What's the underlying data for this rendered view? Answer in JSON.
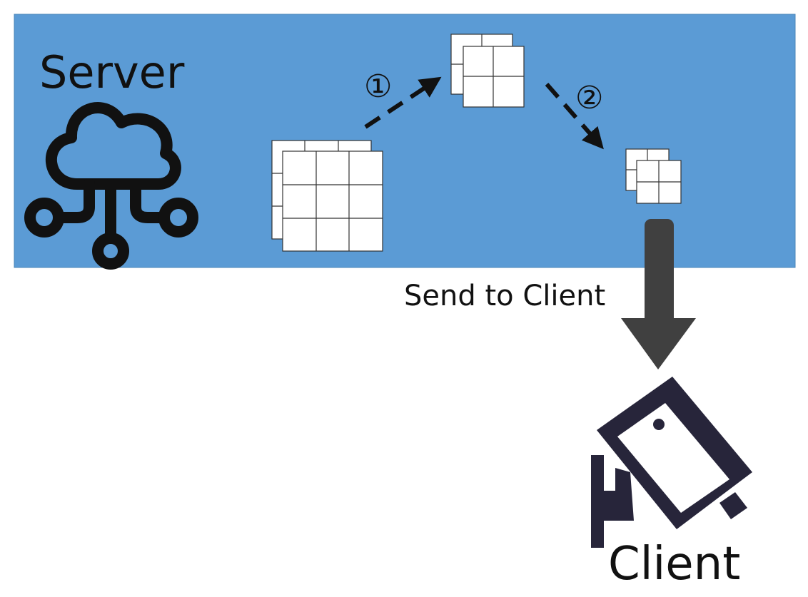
{
  "server": {
    "label": "Server"
  },
  "client": {
    "label": "Client"
  },
  "steps": [
    {
      "marker": "①"
    },
    {
      "marker": "②"
    }
  ],
  "transfer": {
    "label": "Send to Client"
  },
  "colors": {
    "server_panel": "#5B9BD5",
    "icon_dark": "#111111",
    "camera": "#27253A",
    "send_arrow": "#404040",
    "grid_fill": "#FFFFFF",
    "grid_line": "#333333"
  },
  "icons": {
    "server": "cloud-network-icon",
    "client": "security-camera-icon"
  },
  "matrices": [
    {
      "name": "large-matrix",
      "rows": 3,
      "cols": 3
    },
    {
      "name": "medium-matrix",
      "rows": 2,
      "cols": 2
    },
    {
      "name": "small-matrix",
      "rows": 2,
      "cols": 2
    }
  ]
}
